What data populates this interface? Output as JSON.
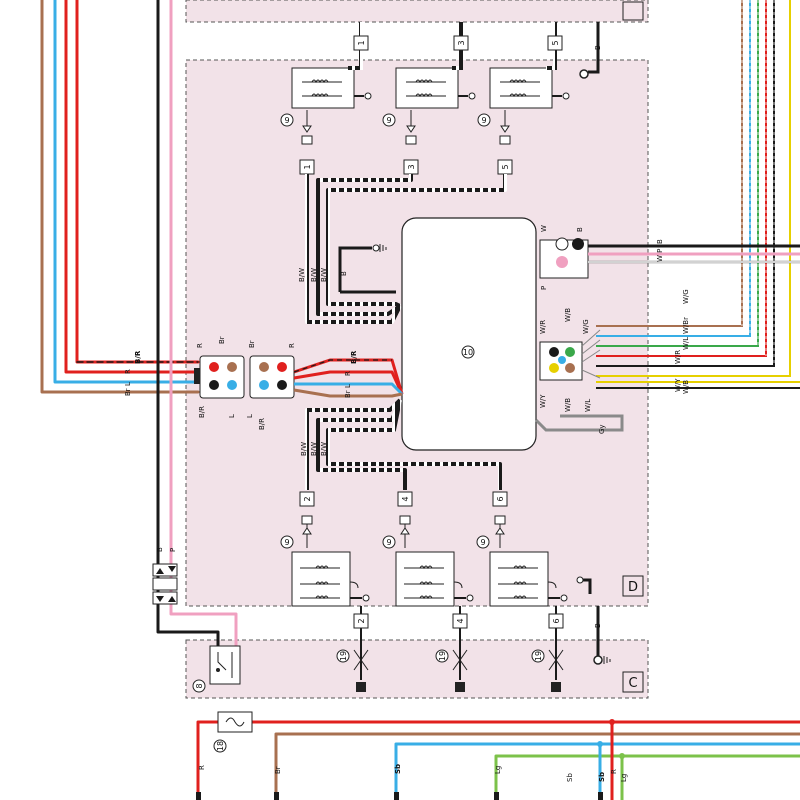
{
  "colors": {
    "black": "#1a1a1a",
    "red": "#e0201e",
    "sky_blue": "#38aee6",
    "brown": "#a87050",
    "pink": "#f0a0c0",
    "light_green": "#7cc24a",
    "white": "#ffffff",
    "yellow": "#e6d000",
    "gray": "#8a8a8a",
    "green": "#3aa84a",
    "section_fill": "#f2e2e8"
  },
  "sections": {
    "c": "C",
    "d": "D"
  },
  "callouts": {
    "coil": "9",
    "ecu": "10",
    "switch": "8",
    "fuse": "18",
    "plug": "19"
  },
  "cylinders": {
    "c1": "1",
    "c2": "2",
    "c3": "3",
    "c4": "4",
    "c5": "5",
    "c6": "6"
  },
  "wire_labels": {
    "B": "B",
    "P": "P",
    "R": "R",
    "L": "L",
    "Br": "Br",
    "BR": "B/R",
    "BW": "B/W",
    "W": "W",
    "Gy": "Gy",
    "WR": "W/R",
    "WB": "W/B",
    "WG": "W/G",
    "WY": "W/Y",
    "WL": "W/L",
    "WBr": "W/Br",
    "Sb": "Sb",
    "Lg": "Lg",
    "WP": "W P"
  }
}
